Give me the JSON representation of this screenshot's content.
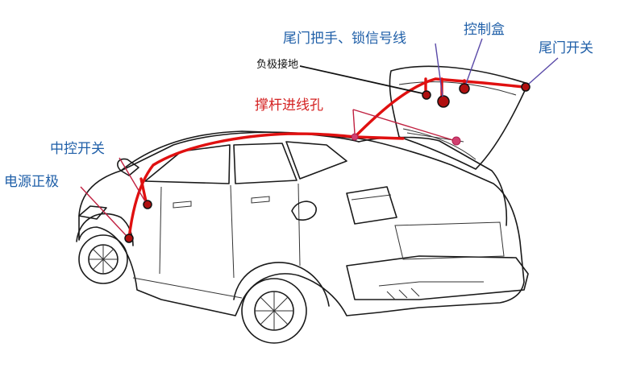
{
  "labels": {
    "tail_lock_signal": "尾门把手、锁信号线",
    "control_box": "控制盒",
    "tail_switch": "尾门开关",
    "negative_ground": "负极接地",
    "strut_hole": "撑杆进线孔",
    "center_switch": "中控开关",
    "power_positive": "电源正极"
  },
  "colors": {
    "wire": "#e01010",
    "label_blue": "#1f5fa8",
    "label_red": "#d42222",
    "leader_purple": "#5a4aa8"
  }
}
